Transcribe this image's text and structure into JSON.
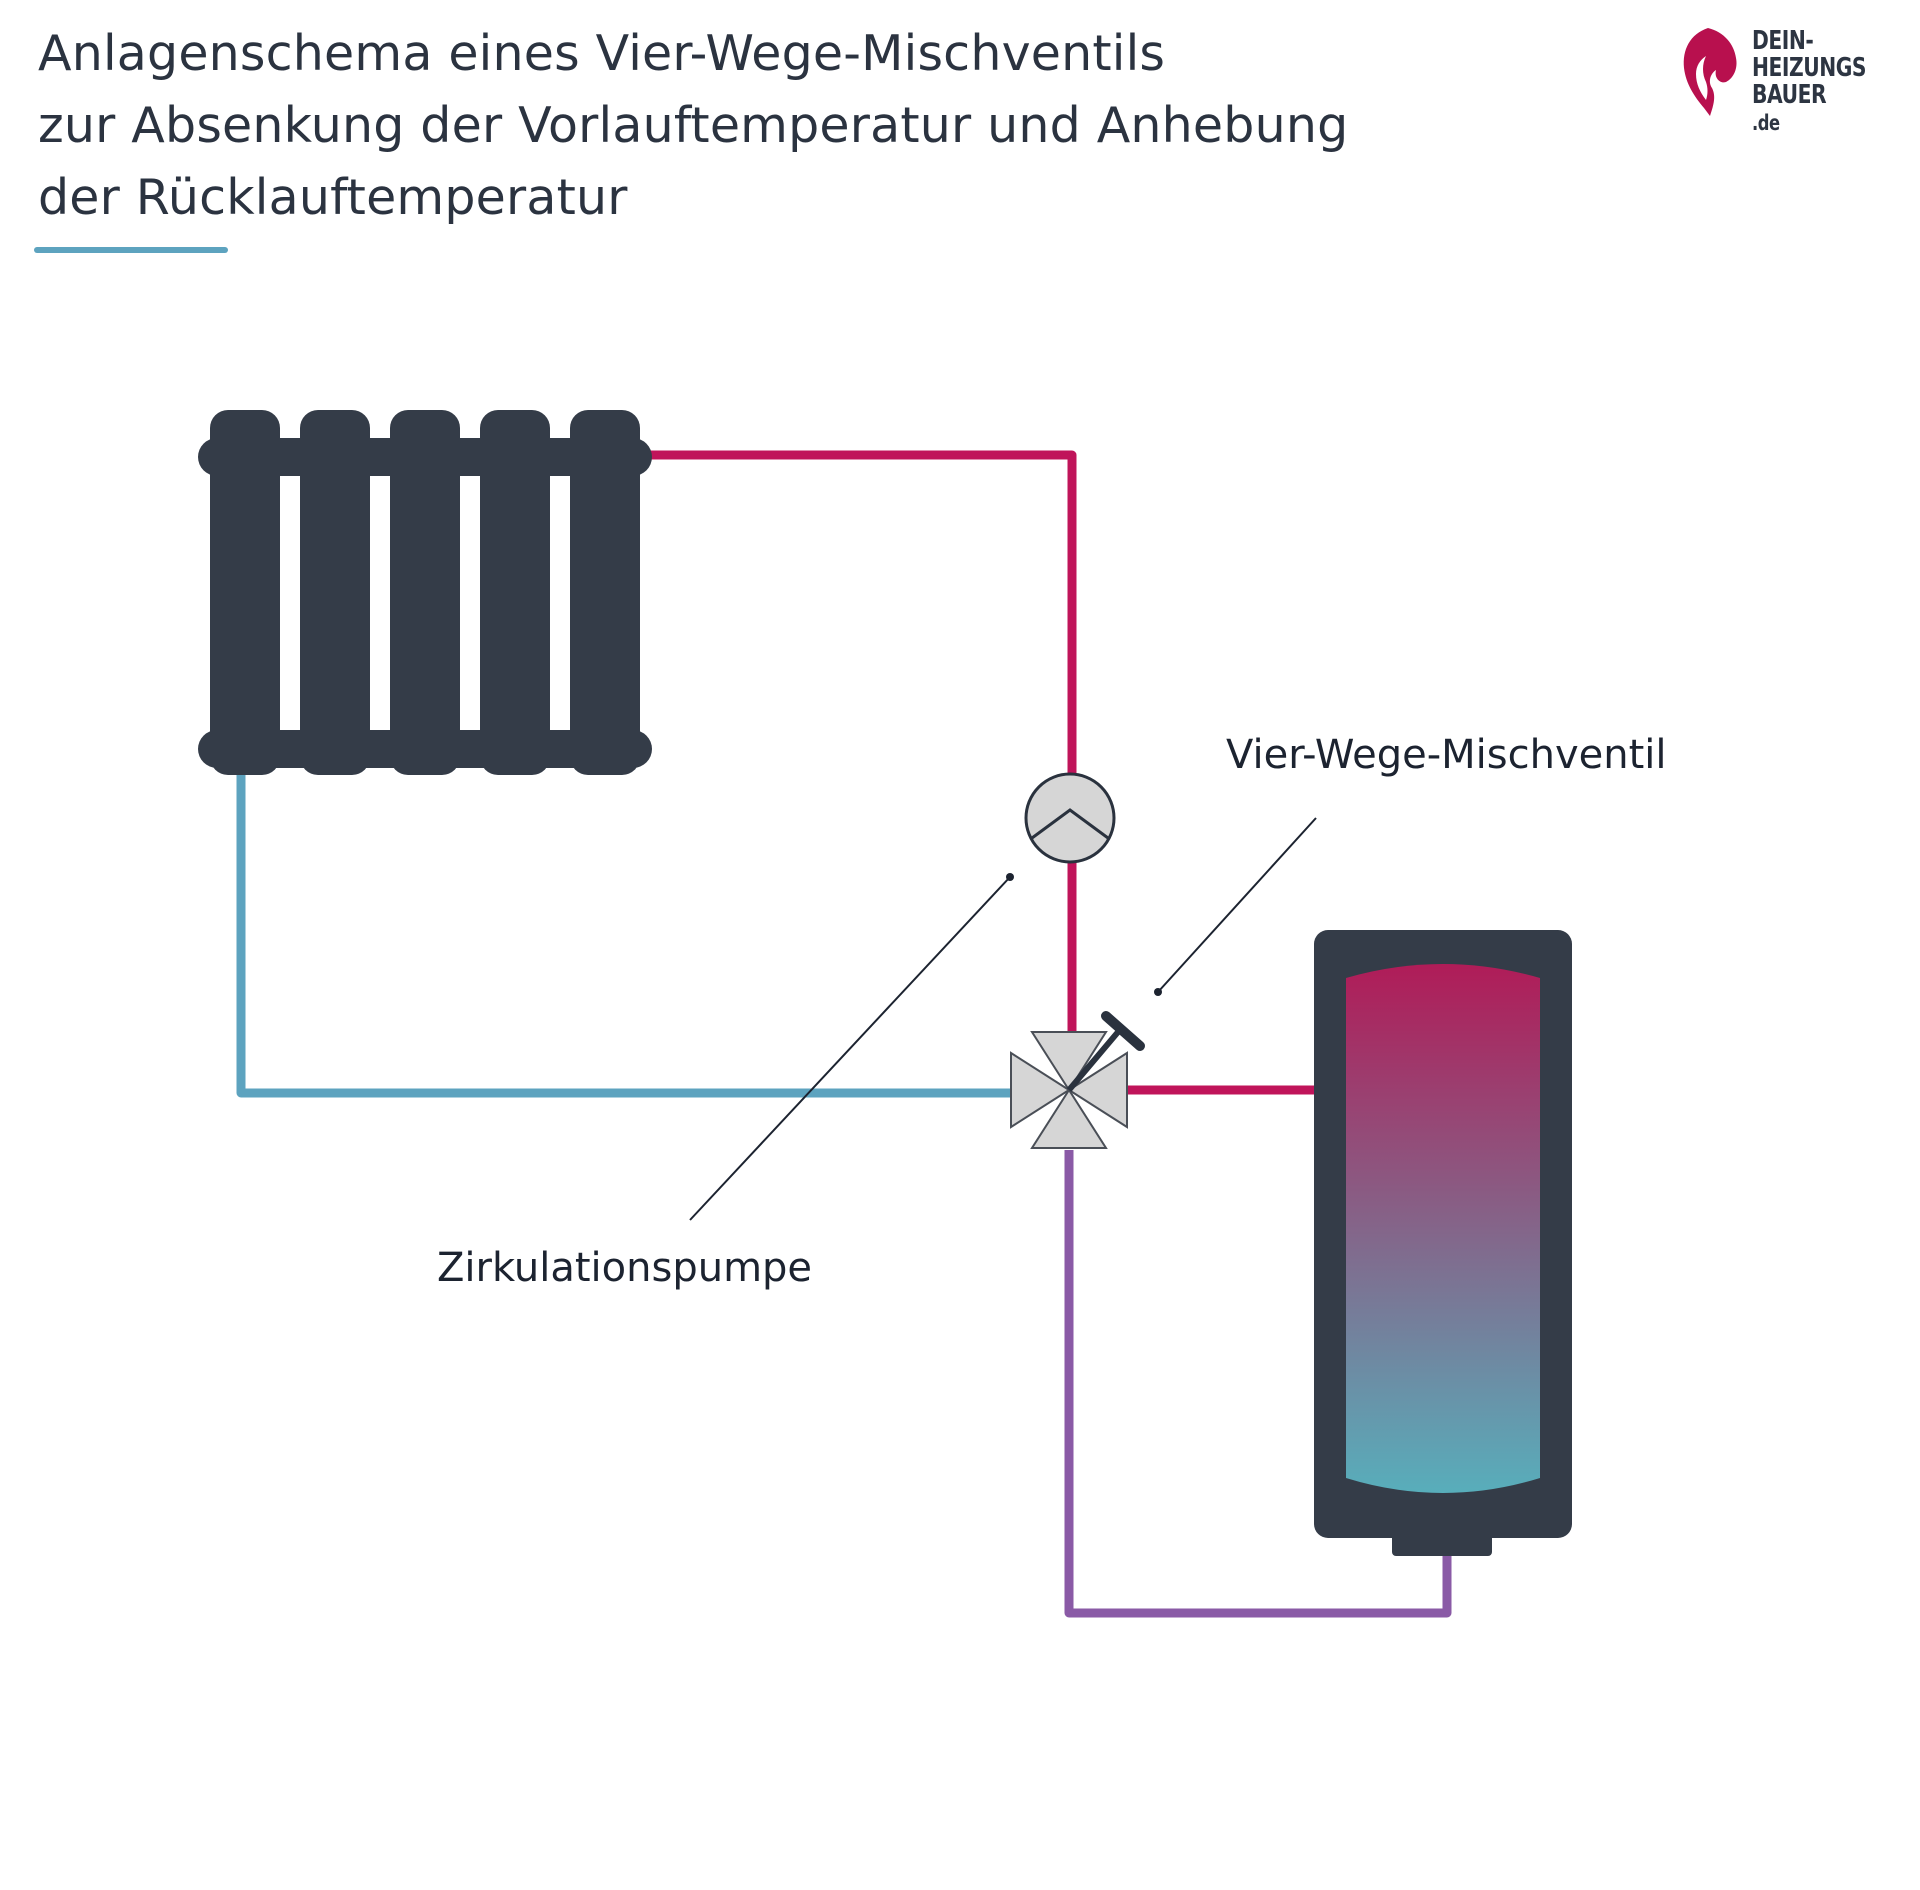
{
  "title": {
    "lines": [
      "Anlagenschema eines Vier-Wege-Mischventils",
      "zur Absenkung der Vorlauftemperatur und Anhebung",
      "der Rücklauftemperatur"
    ]
  },
  "logo": {
    "line1": "DEIN-",
    "line2": "HEIZUNGS",
    "line3": "BAUER",
    "tld": ".de"
  },
  "labels": {
    "valve": "Vier-Wege-Mischventil",
    "pump": "Zirkulationspumpe"
  },
  "colors": {
    "title_text": "#2b3340",
    "accent_line": "#5da3bf",
    "supply_pipe": "#c0145a",
    "return_pipe": "#5da3bf",
    "mixed_pipe": "#8a5aa6",
    "radiator": "#343c48",
    "tank_shell": "#343c48",
    "tank_hot": "#b01c58",
    "tank_cold": "#58aebb",
    "valve_fill": "#d6d6d6",
    "pump_fill": "#d6d6d6",
    "leader_line": "#1c2330"
  },
  "icons": {
    "radiator": "radiator-icon",
    "pump": "circulation-pump-icon",
    "valve": "four-way-mixing-valve-icon",
    "tank": "buffer-tank-icon",
    "logo": "flame-logo-icon"
  }
}
